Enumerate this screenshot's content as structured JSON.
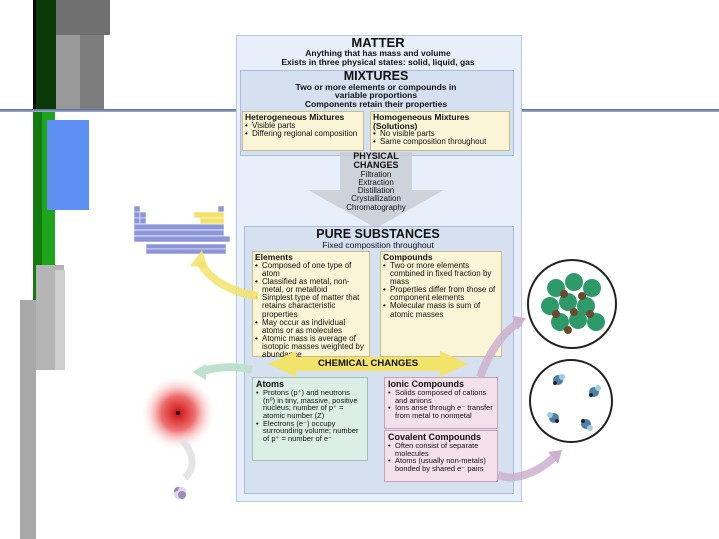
{
  "matter": {
    "title": "MATTER",
    "line1": "Anything that has mass and volume",
    "line2": "Exists in three physical states: solid, liquid, gas"
  },
  "mixtures": {
    "title": "MIXTURES",
    "line1": "Two or more elements or compounds in",
    "line2": "variable proportions",
    "line3": "Components retain their properties",
    "heterogeneous": {
      "title": "Heterogeneous Mixtures",
      "items": [
        "Visible parts",
        "Differing regional composition"
      ]
    },
    "homogeneous": {
      "title": "Homogeneous Mixtures (Solutions)",
      "items": [
        "No visible parts",
        "Same composition throughout"
      ]
    }
  },
  "physical_changes": {
    "title": "PHYSICAL CHANGES",
    "items": [
      "Filtration",
      "Extraction",
      "Distillation",
      "Crystallization",
      "Chromatography"
    ]
  },
  "pure_substances": {
    "title": "PURE SUBSTANCES",
    "subtitle": "Fixed composition throughout",
    "elements": {
      "title": "Elements",
      "items": [
        "Composed  of one type of atom",
        "Classified as metal, non-metal, or metalloid",
        "Simplest type of matter that retains characteristic properties",
        "May occur as individual atoms or as molecules",
        "Atomic mass is average of isotopic masses weighted by abundance"
      ]
    },
    "compounds": {
      "title": "Compounds",
      "items": [
        "Two or more elements combined in fixed fraction by mass",
        "Properties differ from those of component elements",
        "Molecular mass is sum of atomic masses"
      ]
    }
  },
  "chemical_changes": {
    "label": "CHEMICAL CHANGES"
  },
  "atoms": {
    "title": "Atoms",
    "items": [
      "Protons (p⁺) and neutrons (n⁰) in tiny, massive, positive nucleus; number of p⁺ = atomic number (Z)",
      "Electrons (e⁻) occupy surrounding volume; number of p⁺ = number of e⁻"
    ]
  },
  "ionic": {
    "title": "Ionic Compounds",
    "items": [
      "Solids composed of cations and anions",
      "Ions arise through e⁻ transfer from metal to nonmetal"
    ]
  },
  "covalent": {
    "title": "Covalent Compounds",
    "items": [
      "Often consist of separate molecules",
      "Atoms (usually non-metals) bonded by shared e⁻ pairs"
    ]
  },
  "icons": {
    "periodic_table": "periodic-table-icon",
    "atom": "atom-icon",
    "ionic_crystal": "ionic-crystal-icon",
    "molecules": "molecules-icon"
  },
  "colors": {
    "panel": "#e6effa",
    "title_box": "#d5e1f1",
    "content_box": "#fbf5d8",
    "accent_yellow": "#f3e36b",
    "ionic_box": "#f4e0ea",
    "atom_box": "#dcefe6",
    "green_bar": "#1fa51b",
    "blue_bar": "#5e8ff2"
  }
}
